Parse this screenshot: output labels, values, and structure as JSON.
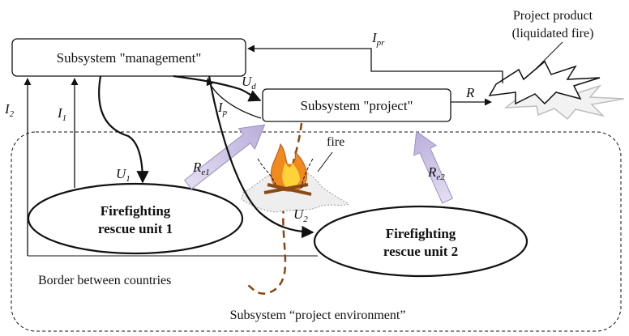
{
  "nodes": {
    "management": "Subsystem \"management\"",
    "project": "Subsystem \"project\"",
    "unit1_line1": "Firefighting",
    "unit1_line2": "rescue unit 1",
    "unit2_line1": "Firefighting",
    "unit2_line2": "rescue unit 2",
    "product_line1": "Project product",
    "product_line2": "(liquidated fire)",
    "environment": "Subsystem “project environment”",
    "border": "Border between countries",
    "fire": "fire"
  },
  "signals": {
    "I_pr": {
      "base": "I",
      "sub": "pr"
    },
    "U_d": {
      "base": "U",
      "sub": "d"
    },
    "R": {
      "base": "R",
      "sub": ""
    },
    "I_p": {
      "base": "I",
      "sub": "p"
    },
    "I_2": {
      "base": "I",
      "sub": "2"
    },
    "I_1": {
      "base": "I",
      "sub": "1"
    },
    "U_1": {
      "base": "U",
      "sub": "1"
    },
    "U_2": {
      "base": "U",
      "sub": "2"
    },
    "R_e1": {
      "base": "R",
      "sub": "e1"
    },
    "R_e2": {
      "base": "R",
      "sub": "e2"
    }
  },
  "colors": {
    "line": "#111111",
    "border_path": "#8b4513",
    "wide_arrow": "#c8bfe0",
    "wide_arrow_stroke": "#9a8fc0",
    "flame_orange": "#f08a1c",
    "flame_yellow": "#ffd23a",
    "burst_shadow": "#bdbdbd"
  }
}
